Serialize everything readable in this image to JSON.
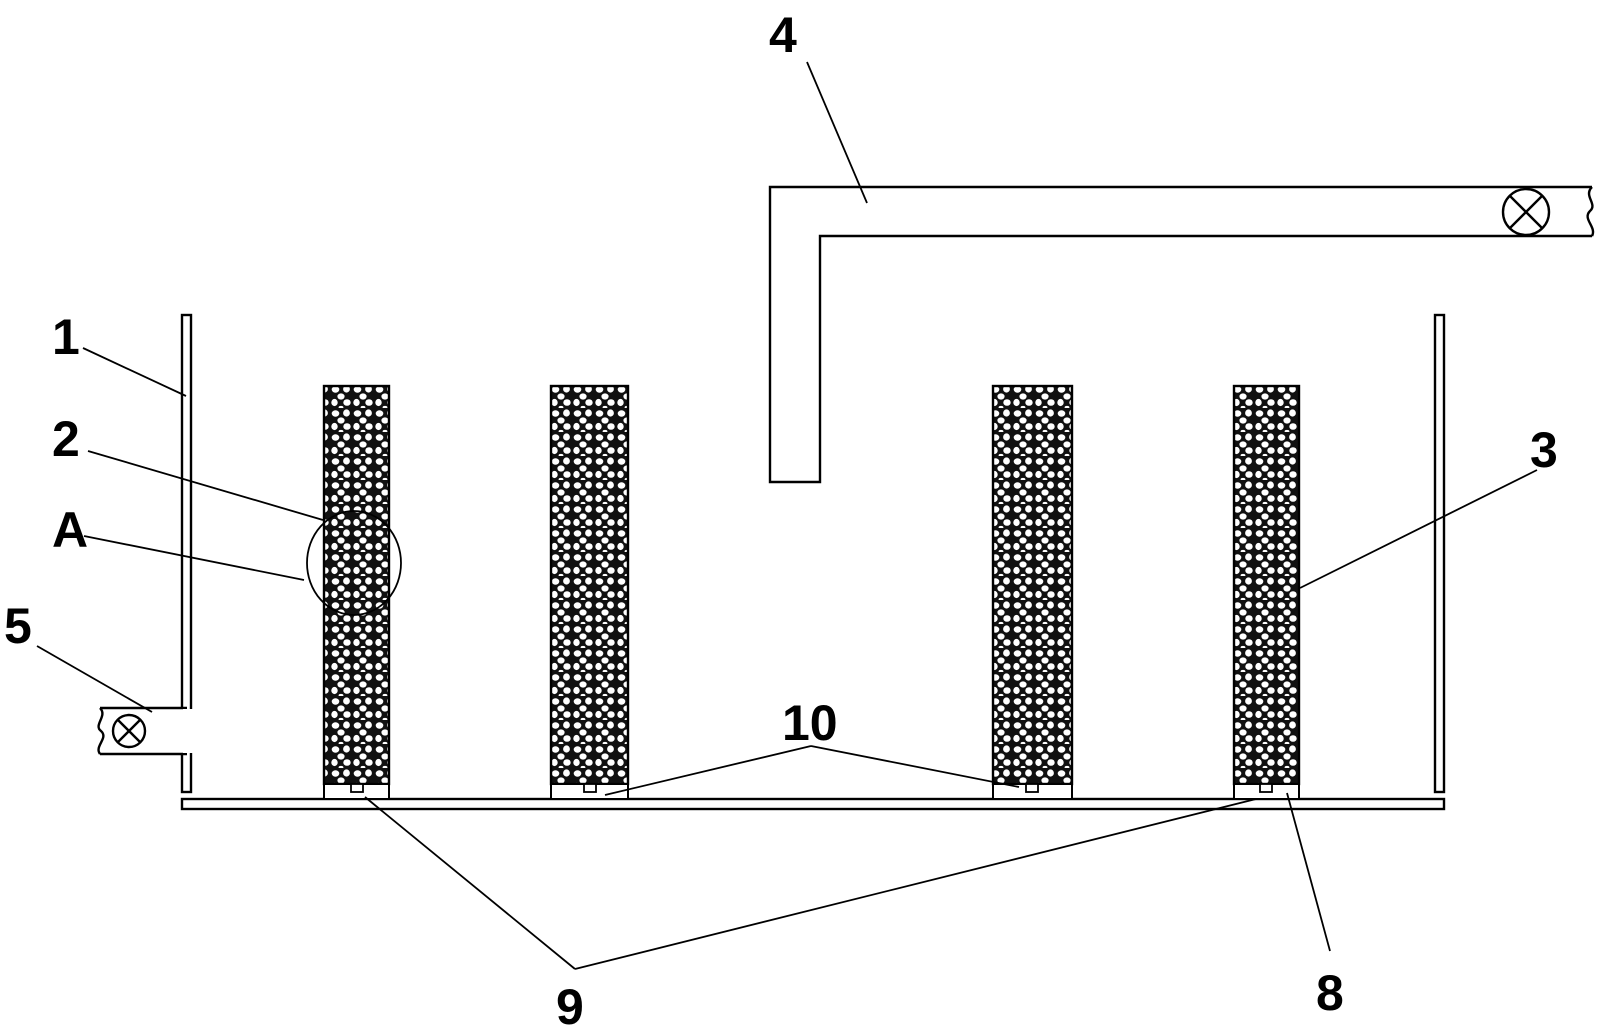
{
  "figure": {
    "reference_numerals": {
      "tank": "1",
      "filter_column": "2",
      "filter_medium": "3",
      "inlet_pipe": "4",
      "outlet_pipe": "5",
      "detail_marker": "A",
      "column_base": "8",
      "base_hole": "9",
      "support": "10"
    },
    "filter_column_count": 4,
    "colors": {
      "line": "#000000",
      "background": "#ffffff"
    }
  }
}
